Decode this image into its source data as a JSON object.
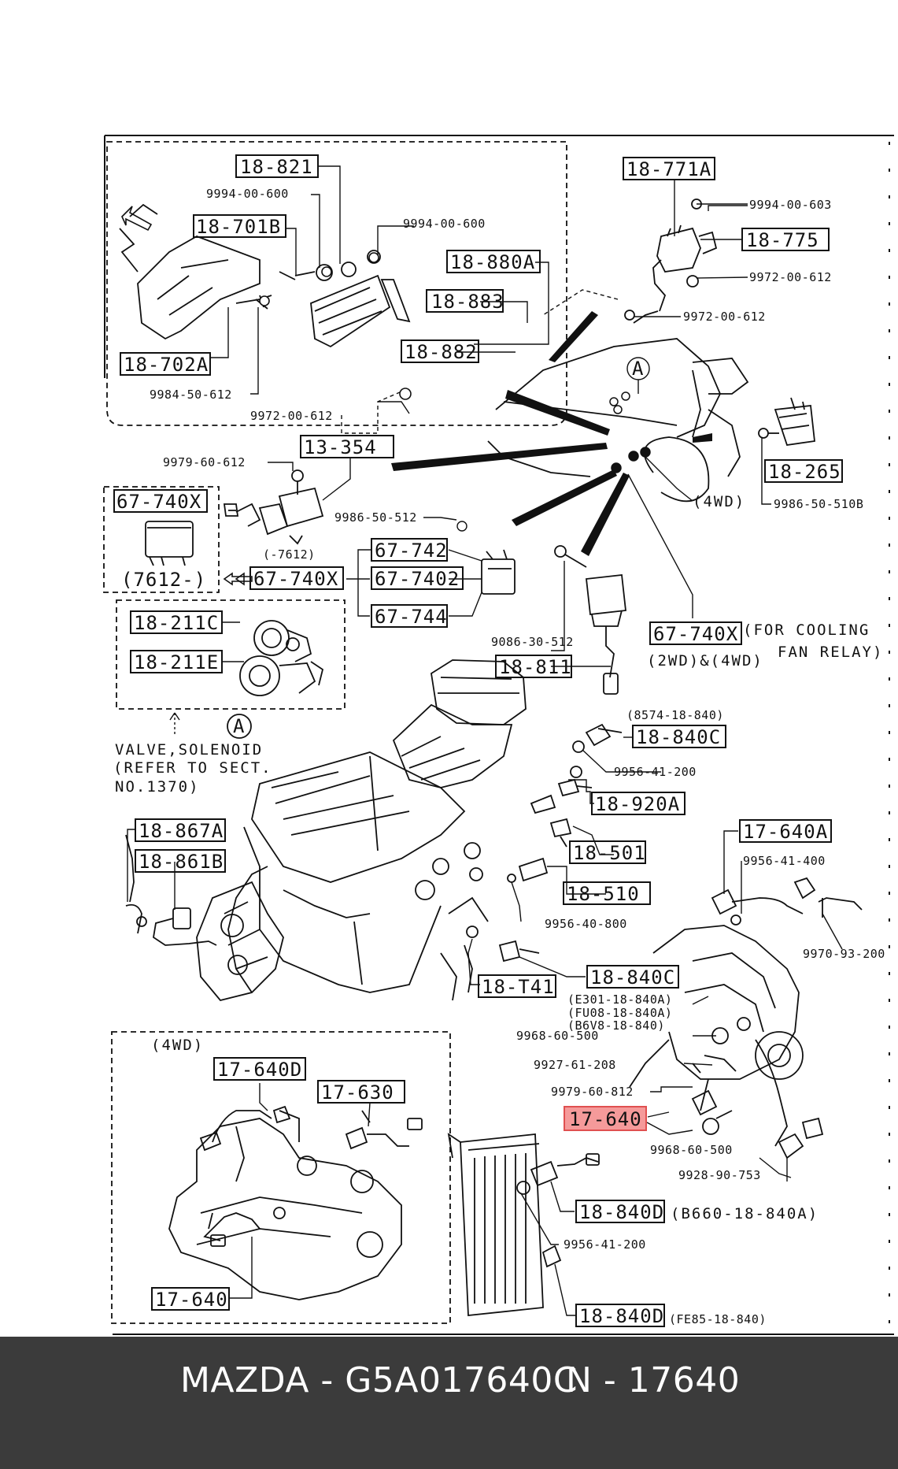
{
  "labels": {
    "p18_821": "18-821",
    "p9994_00_600a": "9994-00-600",
    "p9994_00_600b": "9994-00-600",
    "p18_701b": "18-701B",
    "p18_880a": "18-880A",
    "p18_883": "18-883",
    "p18_882": "18-882",
    "p18_702a": "18-702A",
    "p9984_50_612": "9984-50-612",
    "p9972_00_612a": "9972-00-612",
    "p18_771a": "18-771A",
    "p9994_00_603": "9994-00-603",
    "p18_775": "18-775",
    "p9972_00_612b": "9972-00-612",
    "p9972_00_612c": "9972-00-612",
    "callout_a1": "A",
    "p9979_60_612": "9979-60-612",
    "p13_354": "13-354",
    "p67_740x_a": "67-740X",
    "p7612_dash": "(7612-)",
    "p9986_50_512": "9986-50-512",
    "p_dash7612": "(-7612)",
    "p67_740x_b": "67-740X",
    "p67_742": "67-742",
    "p67_7402": "67-7402",
    "p67_744": "67-744",
    "p18_265": "18-265",
    "p4wd_a": "(4WD)",
    "p9986_50_510b": "9986-50-510B",
    "p18_211c": "18-211C",
    "p18_211e": "18-211E",
    "p9086_30_512": "9086-30-512",
    "p67_740x_c": "67-740X",
    "for_cooling": "(FOR COOLING",
    "fan_relay": "FAN RELAY)",
    "p2wd_4wd": "(2WD)&(4WD)",
    "p18_811": "18-811",
    "callout_a2": "A",
    "valve_line1": "VALVE,SOLENOID",
    "valve_line2": "(REFER TO SECT.",
    "valve_line3": "NO.1370)",
    "p8574_18_840": "(8574-18-840)",
    "p18_840c_a": "18-840C",
    "p9956_41_200a": "9956-41-200",
    "p18_920a": "18-920A",
    "p18_501": "18-501",
    "p18_510": "18-510",
    "p9956_40_800": "9956-40-800",
    "p18_867a": "18-867A",
    "p18_861b": "18-861B",
    "p17_640a": "17-640A",
    "p9956_41_400": "9956-41-400",
    "p9970_93_200": "9970-93-200",
    "p18_t41": "18-T41",
    "p18_840c_b": "18-840C",
    "e301": "(E301-18-840A)",
    "fu08": "(FU08-18-840A)",
    "b6v8": "(B6V8-18-840)",
    "p9968_60_500a": "9968-60-500",
    "p9927_61_208": "9927-61-208",
    "p9979_60_812": "9979-60-812",
    "p17_640_main": "17-640",
    "p9968_60_500b": "9968-60-500",
    "p9928_90_753": "9928-90-753",
    "p4wd_b": "(4WD)",
    "p17_640d": "17-640D",
    "p17_630": "17-630",
    "p17_640_b": "17-640",
    "p18_840d_a": "18-840D",
    "b660": "(B660-18-840A)",
    "p9956_41_200b": "9956-41-200",
    "p18_840d_b": "18-840D",
    "fe85": "(FE85-18-840)"
  },
  "caption": {
    "brand_part": "MAZDA - G5A017640C",
    "ref": "N - 17640"
  },
  "colors": {
    "highlight_fill": "#f59a9a",
    "highlight_border": "#e05050",
    "caption_bg": "#3b3b3b",
    "caption_text": "#ffffff"
  }
}
